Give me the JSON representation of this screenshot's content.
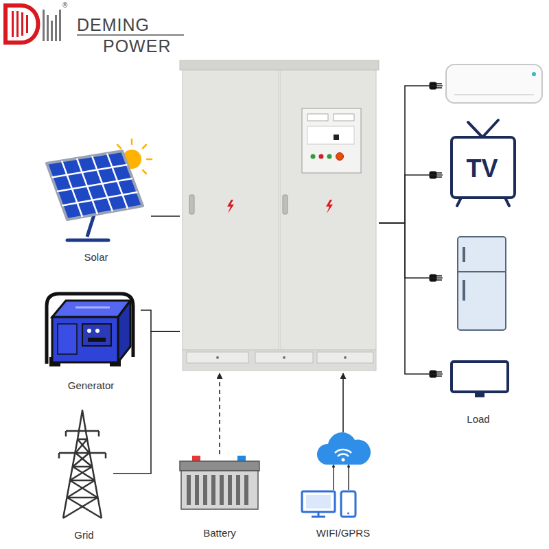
{
  "diagram": {
    "nodes": [
      {
        "text": [
          "Solar"
        ]
      },
      {
        "text": [
          "Generator"
        ]
      },
      {
        "text": [
          "Grid"
        ]
      },
      {
        "text": []
      },
      {
        "text": [
          "Battery"
        ]
      },
      {
        "text": [
          "WIFI/GPRS"
        ]
      },
      {
        "text": []
      },
      {
        "text": [
          "TV"
        ]
      },
      {
        "text": []
      },
      {
        "text": []
      }
    ],
    "edges": [
      {
        "from": 0,
        "to": 3,
        "arrow": "none"
      },
      {
        "from": 1,
        "to": 3,
        "arrow": "none"
      },
      {
        "from": 2,
        "to": 3,
        "arrow": "none"
      },
      {
        "from": 4,
        "to": 3,
        "arrow": "to"
      },
      {
        "from": 5,
        "to": 3,
        "arrow": "to"
      },
      {
        "from": 3,
        "to": 6,
        "arrow": "none"
      },
      {
        "from": 3,
        "to": 7,
        "arrow": "none"
      },
      {
        "from": 3,
        "to": 8,
        "arrow": "none"
      },
      {
        "from": 3,
        "to": 9,
        "arrow": "none"
      }
    ],
    "labels": [
      "DEMING",
      "POWER",
      "®",
      "Load"
    ]
  }
}
